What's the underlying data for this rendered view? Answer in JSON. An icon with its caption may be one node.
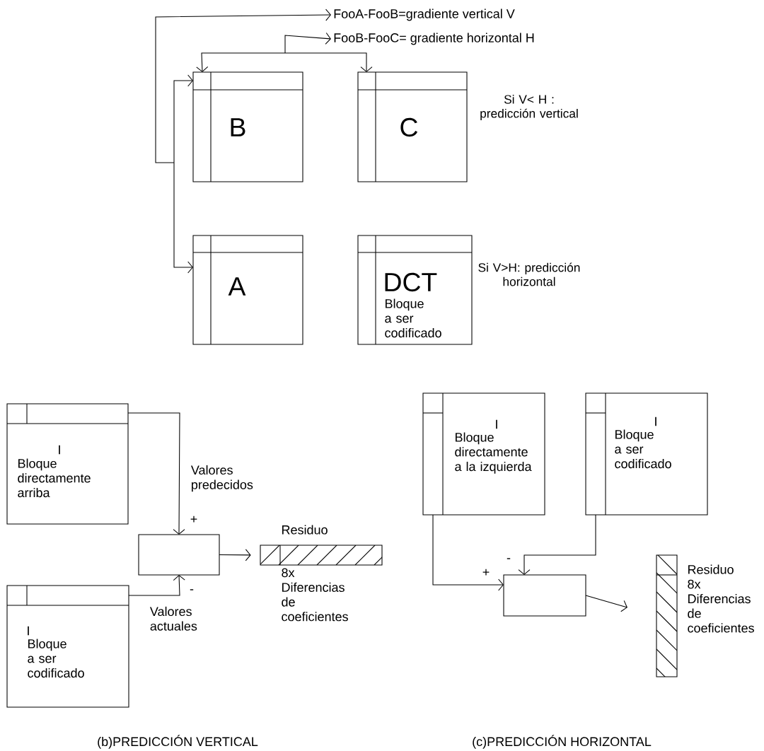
{
  "diagram": {
    "nodes": [
      {
        "text": [
          "FooA-FooB=gradiente vertical V"
        ]
      },
      {
        "text": [
          "FooB-FooC= gradiente horizontal H"
        ]
      },
      {
        "text": [
          "B"
        ]
      },
      {
        "text": [
          "C"
        ]
      },
      {
        "text": [
          "A"
        ]
      },
      {
        "text": [
          "DCT",
          "Bloque a ser codificado"
        ]
      },
      {
        "text": [
          "I",
          "Bloque directamente arriba"
        ]
      },
      {
        "text": [],
        "shape": "box"
      },
      {
        "text": [
          "I",
          "Bloque a ser codificado"
        ]
      },
      {
        "text": [],
        "shape": "bar",
        "beside": [
          "Residuo",
          "8x Diferencias de coeficientes"
        ]
      },
      {
        "text": [
          "I",
          "Bloque directamente a la izquierda"
        ]
      },
      {
        "text": [
          "I",
          "Bloque a ser codificado"
        ]
      },
      {
        "text": [],
        "shape": "box"
      },
      {
        "text": [],
        "shape": "bar",
        "beside": [
          "Residuo 8x Diferencias de coeficientes"
        ]
      }
    ],
    "edges": [
      {
        "from": 0,
        "to": 2,
        "arrow": "both"
      },
      {
        "from": 0,
        "to": 4,
        "arrow": "both"
      },
      {
        "from": 1,
        "to": 2,
        "arrow": "both"
      },
      {
        "from": 1,
        "to": 3,
        "arrow": "both"
      },
      {
        "from": 6,
        "to": 7,
        "arrow": "to",
        "label": "Valores predecidos"
      },
      {
        "from": 8,
        "to": 7,
        "arrow": "to",
        "label": "Valores actuales"
      },
      {
        "from": 7,
        "to": 9,
        "arrow": "to"
      },
      {
        "from": 10,
        "to": 12,
        "arrow": "to"
      },
      {
        "from": 11,
        "to": 12,
        "arrow": "to"
      },
      {
        "from": 12,
        "to": 13,
        "arrow": "to"
      }
    ],
    "labels": [
      "Si V< H : predicción vertical",
      "Si V>H: predicción horizontal",
      "+",
      "-",
      "+",
      "-",
      "(b)PREDICCIÓN VERTICAL",
      "(c)PREDICCIÓN HORIZONTAL"
    ]
  }
}
